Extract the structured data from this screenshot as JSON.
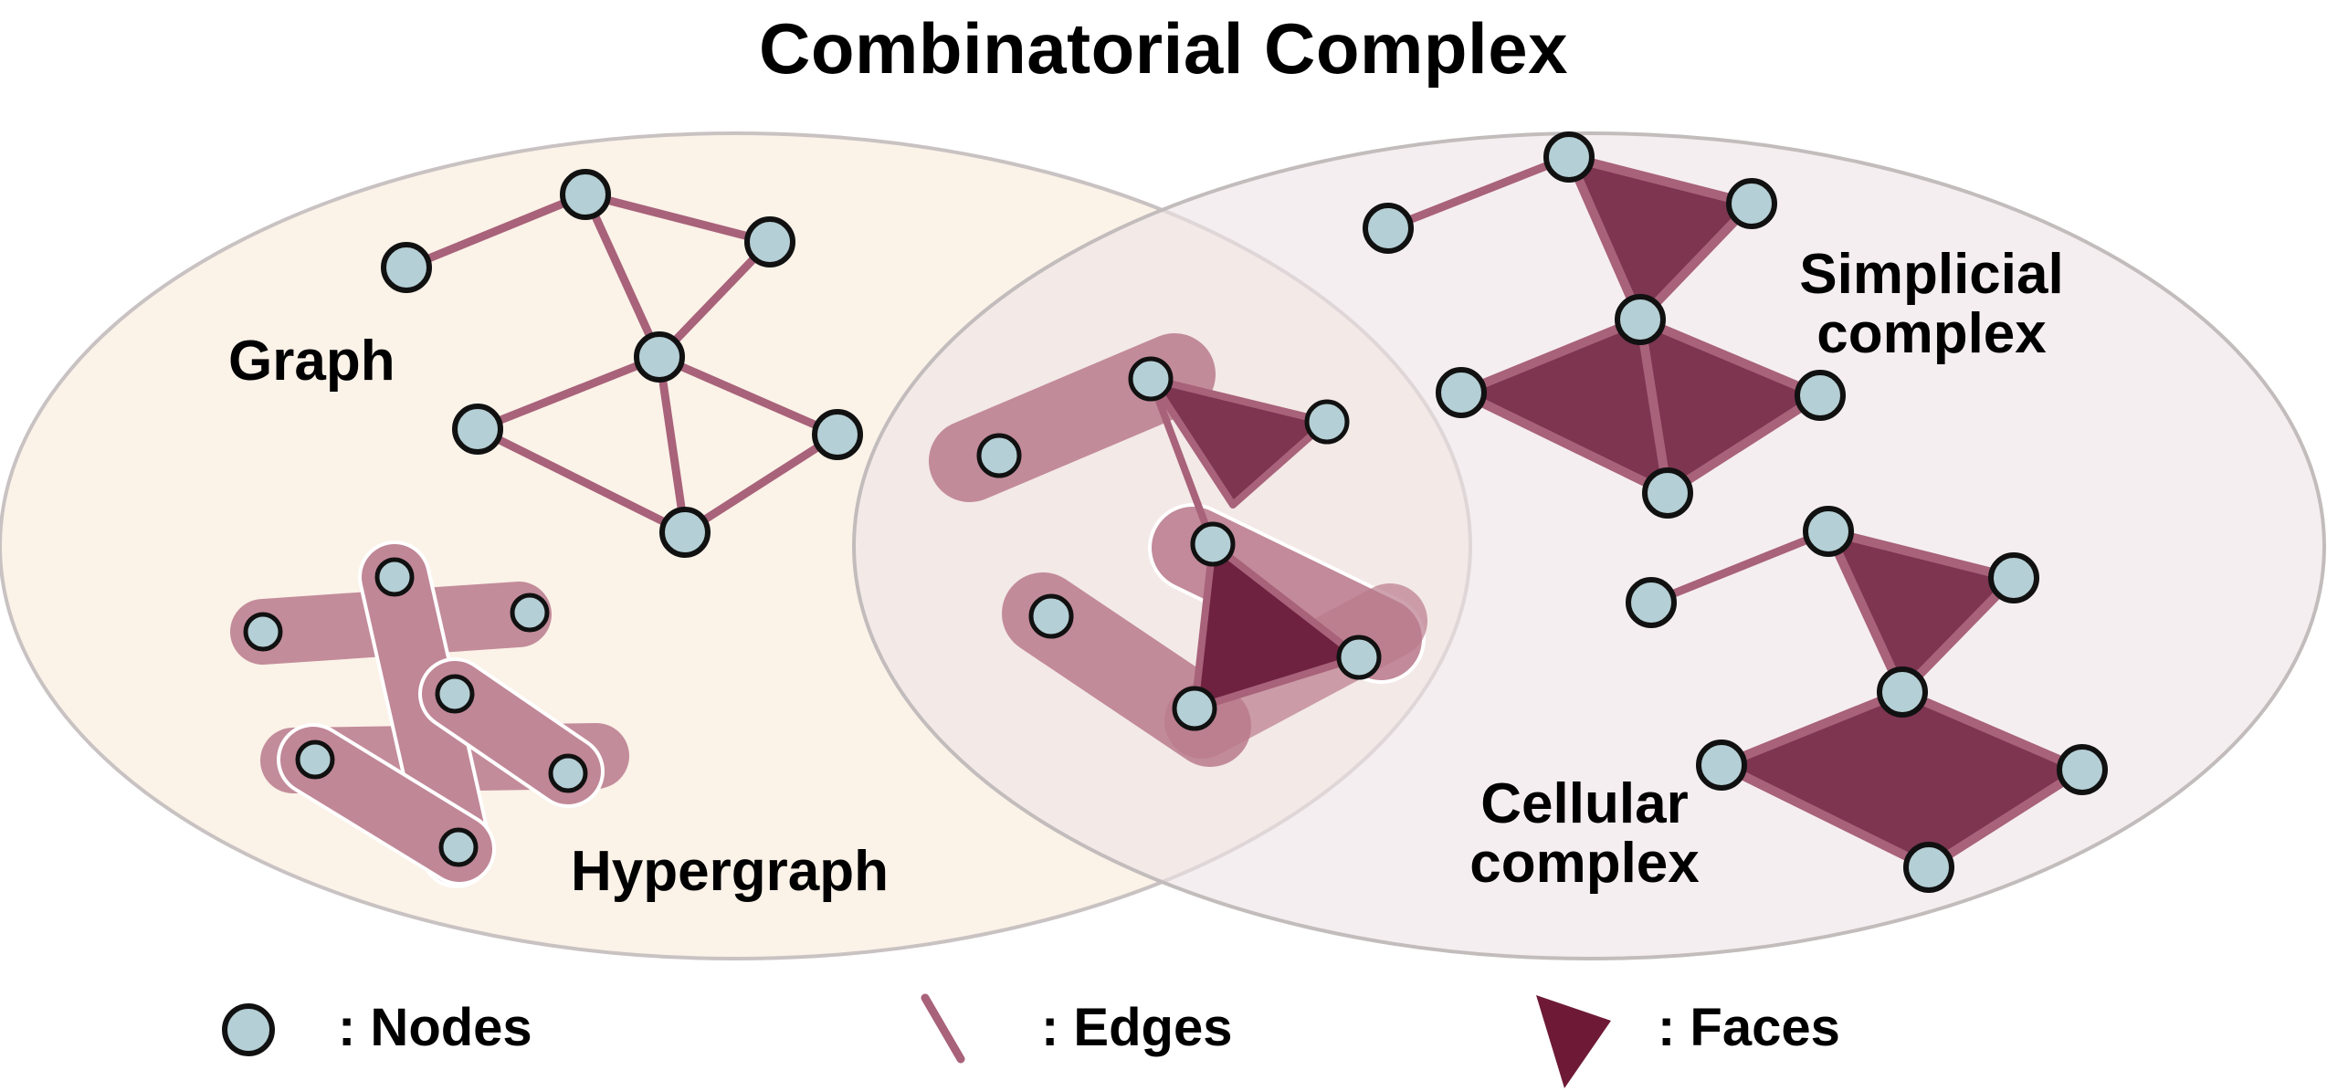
{
  "title": "Combinatorial Complex",
  "regions": {
    "graph": "Graph",
    "hypergraph": "Hypergraph",
    "simplicial": [
      "Simplicial",
      "complex"
    ],
    "cellular": [
      "Cellular",
      "complex"
    ]
  },
  "legend": {
    "nodes": ": Nodes",
    "edges": ": Edges",
    "faces": ": Faces"
  },
  "colors": {
    "node_fill": "#b4cfd5",
    "node_stroke": "#111111",
    "edge": "#a8627a",
    "face": "#7d3550",
    "face_dark": "#5e1a33",
    "hyperedge": "#b97a8c",
    "left_region": "#fbf1e6",
    "right_region": "#f3eaec",
    "region_stroke": "#c2bcbc"
  }
}
